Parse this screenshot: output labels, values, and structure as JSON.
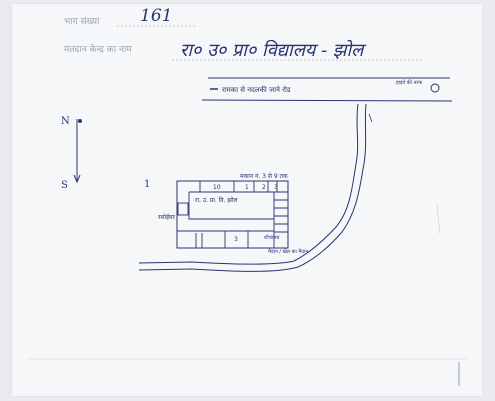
{
  "header": {
    "booth_number_label": "भाग संख्या",
    "booth_number_value": "161",
    "polling_station_label": "मतदान केन्द्र का नाम",
    "polling_station_value": "रा० उ० प्रा० विद्यालय - झोल"
  },
  "map_labels": {
    "road_label": "रामका से नदलकी जाने रोड",
    "road_end_label": "हाइवे की तरफ",
    "north": "N",
    "south": "S",
    "map_top_label": "मकान नं. 3 से 9 तक",
    "school_label": "रा. उ. प्रा. वि. झोल",
    "room_numbers": [
      "10",
      "1",
      "2",
      "3"
    ],
    "left_building_label": "रसोईघर",
    "bottom_room": "3",
    "bottom_room_label": "शौचालय",
    "below_label": "मैदान / खेल का मैदान",
    "marker_1": "1"
  },
  "colors": {
    "ink": "#2a3472",
    "paper": "#f6f7f9",
    "print": "#9aa3b4"
  }
}
